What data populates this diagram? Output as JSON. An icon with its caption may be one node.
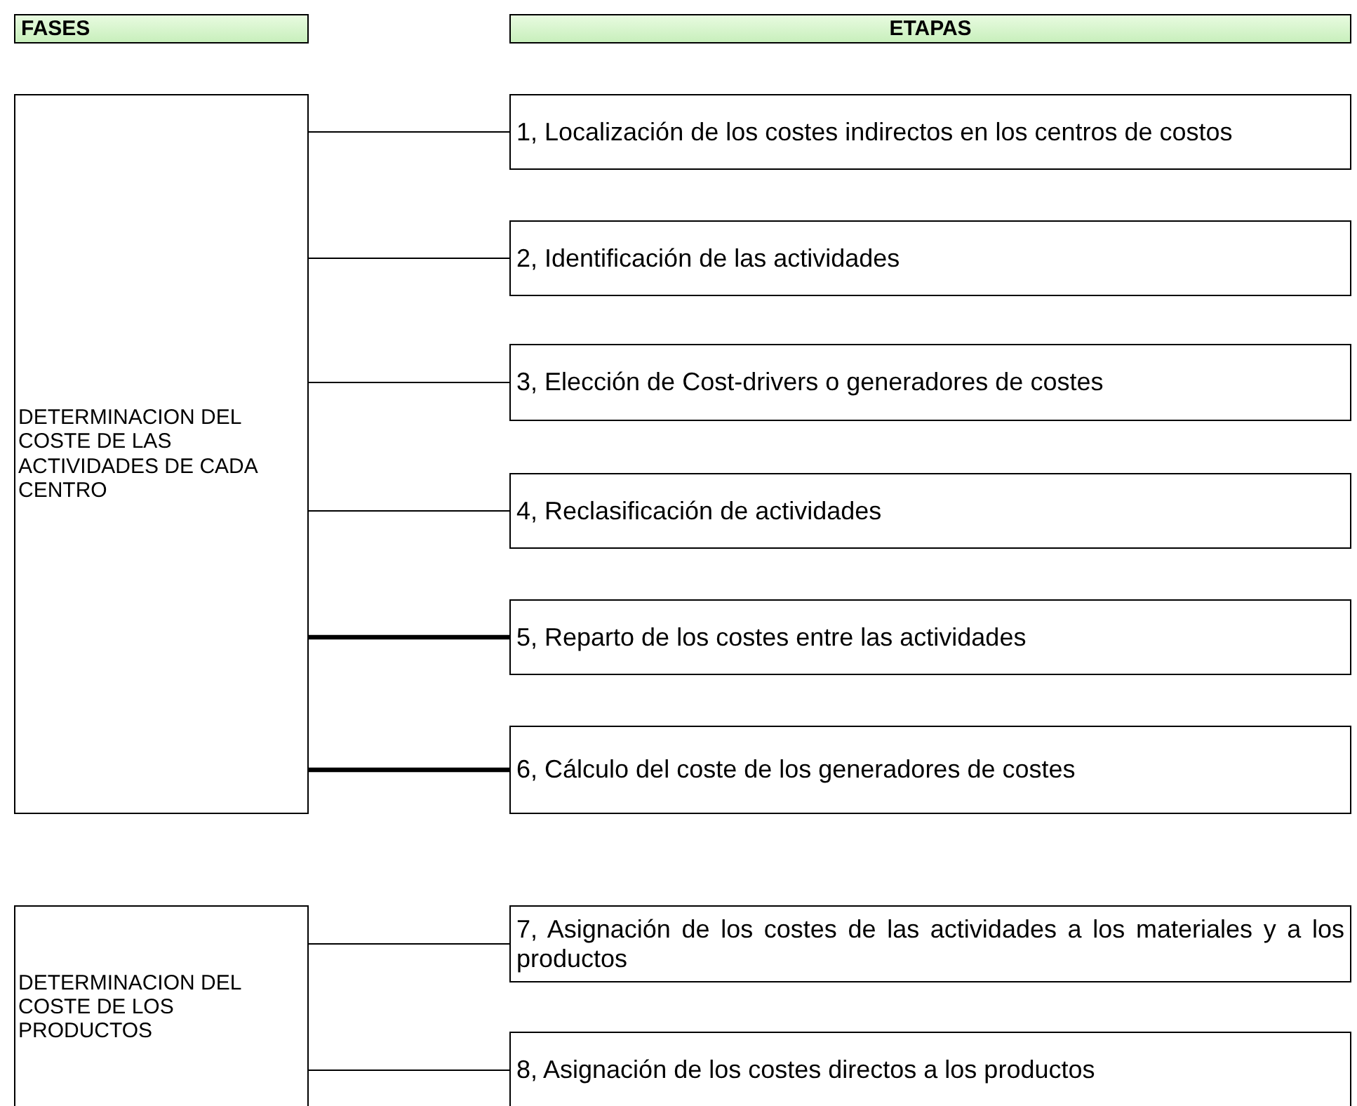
{
  "diagram": {
    "nodes": [
      {
        "text": [
          "FASES"
        ]
      },
      {
        "text": [
          "ETAPAS"
        ]
      },
      {
        "text": [
          "DETERMINACION DEL COSTE DE LAS ACTIVIDADES DE CADA CENTRO"
        ]
      },
      {
        "text": [
          "1, Localización de los costes indirectos en los centros de costos"
        ]
      },
      {
        "text": [
          "2, Identificación de las actividades"
        ]
      },
      {
        "text": [
          "3, Elección de Cost-drivers o generadores de costes"
        ]
      },
      {
        "text": [
          "4, Reclasificación de actividades"
        ]
      },
      {
        "text": [
          "5, Reparto de los costes entre las actividades"
        ]
      },
      {
        "text": [
          "6, Cálculo del coste de los generadores de costes"
        ]
      },
      {
        "text": [
          "DETERMINACION DEL COSTE DE LOS PRODUCTOS"
        ]
      },
      {
        "text": [
          "7, Asignación de los costes de las actividades a los materiales y a los productos"
        ]
      },
      {
        "text": [
          "8, Asignación de los costes directos a los productos"
        ]
      }
    ],
    "edges": [
      {
        "from": 2,
        "to": 3,
        "arrow": "none"
      },
      {
        "from": 2,
        "to": 4,
        "arrow": "none"
      },
      {
        "from": 2,
        "to": 5,
        "arrow": "none"
      },
      {
        "from": 2,
        "to": 6,
        "arrow": "none"
      },
      {
        "from": 2,
        "to": 7,
        "arrow": "none",
        "style": "thick"
      },
      {
        "from": 2,
        "to": 8,
        "arrow": "none",
        "style": "thick"
      },
      {
        "from": 9,
        "to": 10,
        "arrow": "none"
      },
      {
        "from": 9,
        "to": 11,
        "arrow": "none"
      }
    ]
  }
}
